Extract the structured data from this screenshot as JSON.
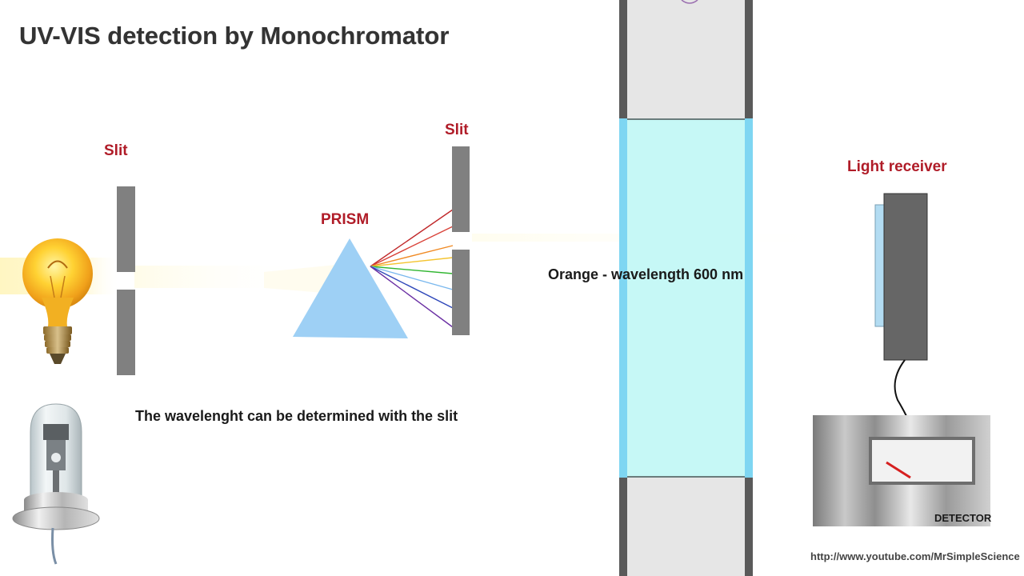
{
  "title": "UV-VIS detection by Monochromator",
  "labels": {
    "slit_left": "Slit",
    "slit_right": "Slit",
    "prism": "PRISM",
    "light_receiver": "Light receiver",
    "detector": "DETECTOR"
  },
  "notes": {
    "wavelength_slit": "The wavelenght can be determined with the slit",
    "selected_wavelength": "Orange - wavelength 600 nm"
  },
  "url": "http://www.youtube.com/MrSimpleScience",
  "icons": {
    "light_source": "light-bulb-icon",
    "uv_source": "deuterium-lamp-icon",
    "detector_meter": "meter-needle-icon"
  },
  "colors": {
    "label_red": "#b01c28",
    "slit_gray": "#808080",
    "prism_blue": "#9ed0f5",
    "cuvette_liquid": "#c6f8f6",
    "cuvette_edge": "#7ed6f2",
    "beam_yellow": "#fff2b8"
  },
  "spectrum": [
    {
      "name": "red",
      "color": "#c0282a"
    },
    {
      "name": "dark-red",
      "color": "#d9433a"
    },
    {
      "name": "orange",
      "color": "#f08a24"
    },
    {
      "name": "yellow",
      "color": "#f4c430"
    },
    {
      "name": "green",
      "color": "#31b631"
    },
    {
      "name": "light-blue",
      "color": "#7ab8ee"
    },
    {
      "name": "blue",
      "color": "#2d46b9"
    },
    {
      "name": "violet",
      "color": "#6a2fa3"
    }
  ]
}
